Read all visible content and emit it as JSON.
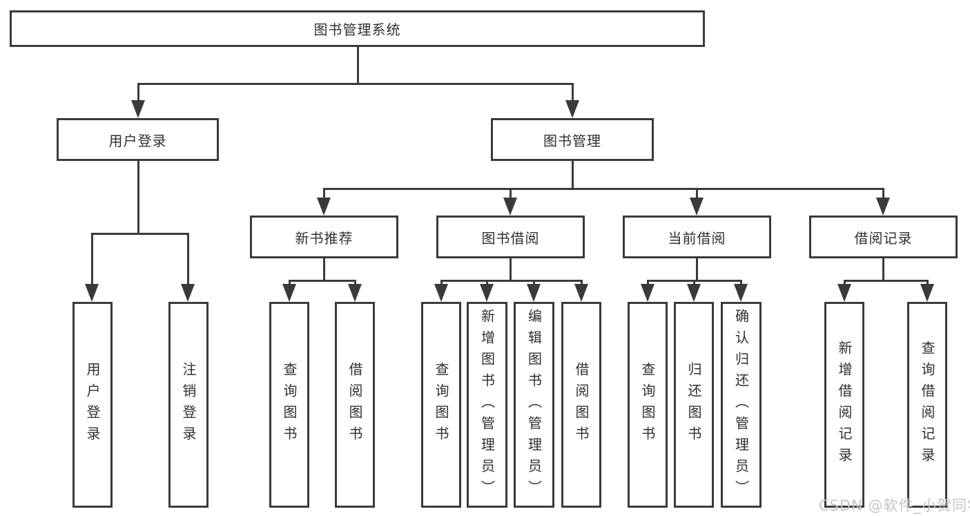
{
  "diagram": {
    "title": "图书管理系统",
    "level2": {
      "user_login": "用户登录",
      "book_mgmt": "图书管理"
    },
    "branches": {
      "user_login": {
        "children": [
          "用户登录",
          "注销登录"
        ]
      },
      "new_books": {
        "label": "新书推荐",
        "children": [
          "查询图书",
          "借阅图书"
        ]
      },
      "book_borrow": {
        "label": "图书借阅",
        "children": [
          "查询图书",
          "新增图书（管理员）",
          "编辑图书（管理员）",
          "借阅图书"
        ]
      },
      "current_borrow": {
        "label": "当前借阅",
        "children": [
          "查询图书",
          "归还图书",
          "确认归还（管理员）"
        ]
      },
      "borrow_records": {
        "label": "借阅记录",
        "children": [
          "新增借阅记录",
          "查询借阅记录"
        ]
      }
    },
    "watermark": "CSDN @软件_小贺同学",
    "colors": {
      "line": "#3a3a3a",
      "text": "#2f2f2f",
      "watermark": "#c4c4c4",
      "background": "#ffffff"
    }
  }
}
